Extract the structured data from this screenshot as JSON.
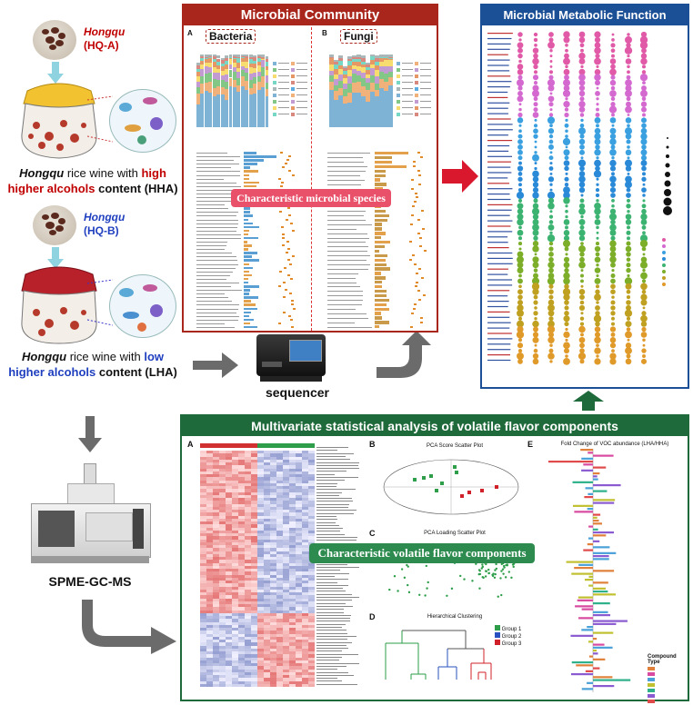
{
  "inputs": {
    "hqa": {
      "name": "Hongqu",
      "code": "(HQ-A)"
    },
    "hqb": {
      "name": "Hongqu",
      "code": "(HQ-B)"
    },
    "hha_caption": {
      "pre": "Hongqu",
      "mid": " rice wine with ",
      "hl": "high",
      "hl2": "higher alcohols",
      "post": " content (HHA)"
    },
    "lha_caption": {
      "pre": "Hongqu",
      "mid": " rice wine with ",
      "hl": "low",
      "hl2": "higher alcohols",
      "post": " content (LHA)"
    }
  },
  "devices": {
    "sequencer": "sequencer",
    "gcms": "SPME-GC-MS"
  },
  "panels": {
    "community": {
      "title": "Microbial Community",
      "bacteria": "Bacteria",
      "fungi": "Fungi",
      "sub_a": "A",
      "sub_b": "B",
      "ribbon": "Characteristic microbial species"
    },
    "metabolic": {
      "title": "Microbial Metabolic Function"
    },
    "volatile": {
      "title": "Multivariate statistical analysis of volatile flavor components",
      "sub_a": "A",
      "sub_b": "B",
      "sub_c": "C",
      "sub_d": "D",
      "sub_e": "E",
      "ribbon": "Characteristic volatile flavor components",
      "pca_score": "PCA Score Scatter Plot",
      "pca_loading": "PCA Loading Scatter Plot",
      "hclust": "Hierarchical Clustering",
      "fold_change": "Fold Change of VOC abundance (LHA/HHA)",
      "groups": [
        "Group 1",
        "Group 2",
        "Group 3"
      ],
      "compound_type": "Compound Type"
    }
  },
  "colors": {
    "community_header": "#a9261c",
    "metabolic_header": "#1b4f96",
    "volatile_header": "#1f6a3a",
    "arrow_red": "#d9182d",
    "arrow_green": "#1f6a3a",
    "arrow_gray": "#6b6b6b",
    "ribbon_red": "#e9506a",
    "ribbon_green": "#2e8b4f"
  }
}
